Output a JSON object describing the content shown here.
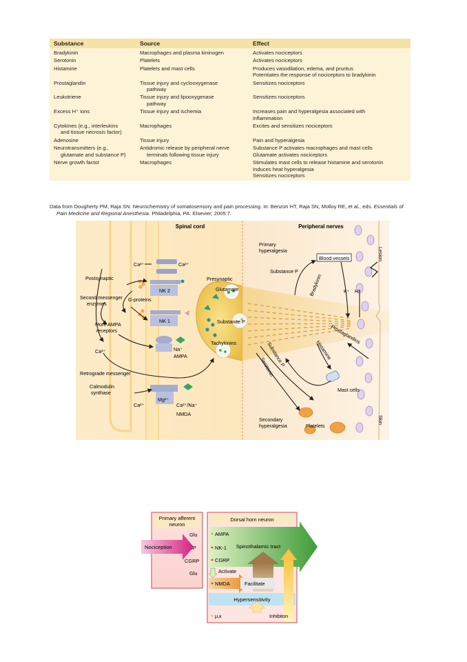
{
  "table": {
    "headers": [
      "Substance",
      "Source",
      "Effect"
    ],
    "rows": [
      {
        "substance": [
          "Bradykinin"
        ],
        "source": [
          "Macrophages and plasma kininogen"
        ],
        "effect": [
          "Activates nociceptors"
        ]
      },
      {
        "substance": [
          "Serotonin"
        ],
        "source": [
          "Platelets"
        ],
        "effect": [
          "Activates nociceptors"
        ]
      },
      {
        "substance": [
          "Histamine"
        ],
        "source": [
          "Platelets and mast cells"
        ],
        "effect": [
          "Produces vasodilation, edema, and pruritus",
          "Potentiates the response of nociceptors to bradykinin"
        ]
      },
      {
        "substance": [
          "Prostaglandin"
        ],
        "source": [
          "Tissue injury and cyclooxygenase",
          "pathway"
        ],
        "effect": [
          "Sensitizes nociceptors"
        ]
      },
      {
        "substance": [
          "Leukotriene"
        ],
        "source": [
          "Tissue injury and lipooxygenase",
          "pathway"
        ],
        "effect": [
          "Sensitizes nociceptors"
        ]
      },
      {
        "substance": [
          "Excess H⁺ ions"
        ],
        "source": [
          "Tissue injury and ischemia"
        ],
        "effect": [
          "Increases pain and hyperalgesia associated with",
          "inflammation"
        ]
      },
      {
        "substance": [
          "Cytokines (e.g., interleukins",
          "and tissue necrosis factor)"
        ],
        "source": [
          "Macrophages"
        ],
        "effect": [
          "Excites and sensitizes nociceptors"
        ]
      },
      {
        "substance": [
          "Adenosine"
        ],
        "source": [
          "Tissue injury"
        ],
        "effect": [
          "Pain and hyperalgesia"
        ]
      },
      {
        "substance": [
          "Neurotransmitters (e.g.,",
          "glutamate and substance P)"
        ],
        "source": [
          "Antidromic release by peripheral nerve",
          "terminals following tissue injury"
        ],
        "effect": [
          "Substance P activates macrophages and mast cells",
          "Glutamate activates nociceptors"
        ]
      },
      {
        "substance": [
          "Nerve growth factor"
        ],
        "source": [
          "Macrophages"
        ],
        "effect": [
          "Stimulates mast cells to release histamine and serotonin",
          "Induces heat hyperalgesia",
          "Sensitizes nociceptors"
        ]
      }
    ]
  },
  "caption": {
    "pre": "Data from Dougherty PM, Raja SN. Neurochemistry of somatosensory and pain processing. In: Benzon HT, Raja SN, Molloy RE, et al., eds.",
    "italic1": "Essentials of",
    "italic2": "Pain Medicine and Regional Anesthesia",
    "post": ". Philadelphia, PA: Elsevier; 2005:7."
  },
  "figure1": {
    "spinal_cord": "Spinal cord",
    "peripheral_nerves": "Peripheral nerves",
    "ca2_left": "Ca²⁺",
    "ca2_right": "Ca²⁺",
    "postsynaptic": "Postsynaptic",
    "nk2": "NK 2",
    "nk1": "NK 1",
    "second_messenger_1": "Second messenger",
    "second_messenger_2": "enzymes",
    "g_proteins": "G-proteins",
    "more_ampa_1": "More AMPA",
    "more_ampa_2": "receptors",
    "na": "Na⁺",
    "ampa": "AMPA",
    "ca2_mid": "Ca²⁺",
    "retrograde": "Retrograde messenger",
    "calmodulin_1": "Calmodulin",
    "calmodulin_2": "synthase",
    "mg": "Mg²⁺",
    "ca2_nmda_left": "Ca²⁺",
    "ca_na": "Ca²⁺/Na⁺",
    "nmda": "NMDA",
    "presynaptic": "Presynaptic",
    "glutamate": "Glutamate",
    "substance_p": "Substance P",
    "tachykinins": "Tachykinins",
    "primary_1": "Primary",
    "primary_2": "hyperalgesia",
    "substance_p_periph": "Substance P",
    "blood_vessels": "Blood vessels",
    "bradykinin": "Bradykinin",
    "k_ion": "K⁺",
    "h_ion": "H⁺",
    "lesion": "Lesion",
    "prostaglandins": "Prostaglandins",
    "histamine": "Histamine",
    "substance_p_diag": "Substance P",
    "serotonin": "Serotonin",
    "mast_cells": "Mast cells",
    "platelets": "Platelets",
    "secondary_1": "Secondary",
    "secondary_2": "hyperalgesia",
    "skin": "Skin"
  },
  "figure2": {
    "primary_afferent_1": "Primary afferent",
    "primary_afferent_2": "neuron",
    "glu1": "Glu",
    "sp": "SP",
    "cgrp": "CGRP",
    "glu2": "Glu",
    "nociception": "Nociception",
    "dorsal_horn": "Dorsal horn neuron",
    "ampa": "AMPA",
    "nk1": "NK-1",
    "cgrp_r": "CGRP",
    "spinothalamic": "Spinothalamic tract",
    "activate": "Activate",
    "nmda": "NMDA",
    "facilitate": "Facilitate",
    "hypersensitivity": "Hypersensitivity",
    "mu_kappa": "μ,κ",
    "inhibition": "Inhibiton"
  }
}
